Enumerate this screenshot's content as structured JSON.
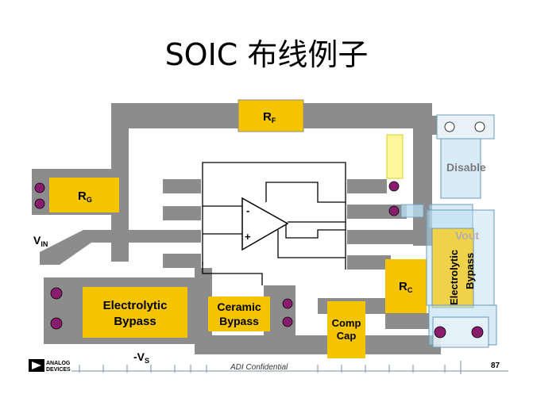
{
  "slide": {
    "title": "SOIC 布线例子",
    "page_number": "87",
    "confidential": "ADI Confidential",
    "logo_line1": "ANALOG",
    "logo_line2": "DEVICES"
  },
  "labels": {
    "rf": "R",
    "rf_sub": "F",
    "rg": "R",
    "rg_sub": "G",
    "rc": "R",
    "rc_sub": "C",
    "vin": "V",
    "vin_sub": "IN",
    "vs": "-V",
    "vs_sub": "S",
    "electrolytic_line1": "Electrolytic",
    "electrolytic_line2": "Bypass",
    "ceramic_line1": "Ceramic",
    "ceramic_line2": "Bypass",
    "comp_line1": "Comp",
    "comp_line2": "Cap",
    "disable": "Disable",
    "vout": "Vout",
    "right_electrolytic": "Electrolytic",
    "right_bypass": "Bypass",
    "opamp_minus": "-",
    "opamp_plus": "+"
  },
  "colors": {
    "trace": "#8c8c8c",
    "component": "#f5c400",
    "pad": "#8a1c6e",
    "overlay": "#b8dcf0",
    "yellow_light": "#fff59a"
  }
}
